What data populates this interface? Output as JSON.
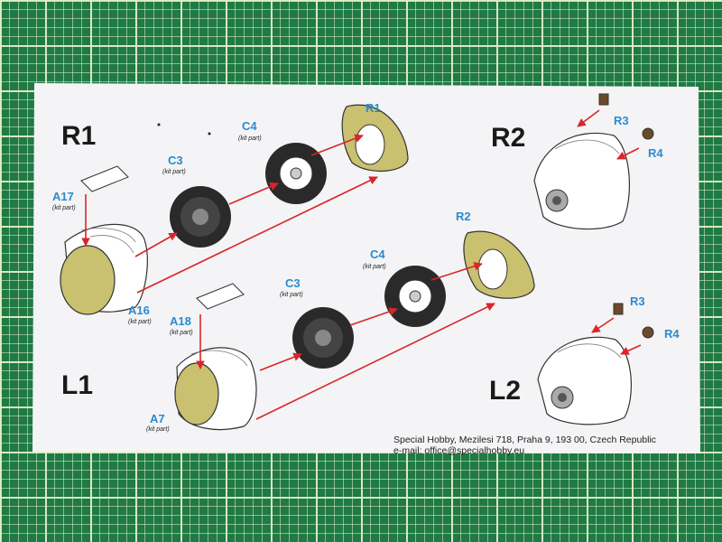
{
  "sections": {
    "r1": "R1",
    "r2": "R2",
    "l1": "L1",
    "l2": "L2"
  },
  "kit_note": "(kit part)",
  "parts": {
    "a17": "A17",
    "a16": "A16",
    "a18": "A18",
    "a7": "A7",
    "c3_top": "C3",
    "c4_top": "C4",
    "c3_bottom": "C3",
    "c4_bottom": "C4",
    "r1": "R1",
    "r2": "R2",
    "r3_top": "R3",
    "r4_top": "R4",
    "r3_bottom": "R3",
    "r4_bottom": "R4"
  },
  "footer": {
    "address": "Special Hobby, Mezilesi 718, Praha 9, 193 00, Czech Republic",
    "email": "e-mail: office@specialhobby.eu"
  },
  "colors": {
    "mat": "#1f7a45",
    "paper": "#f4f4f6",
    "arrow": "#d8262a",
    "label": "#2a8ad0",
    "resin": "#c9c070"
  }
}
